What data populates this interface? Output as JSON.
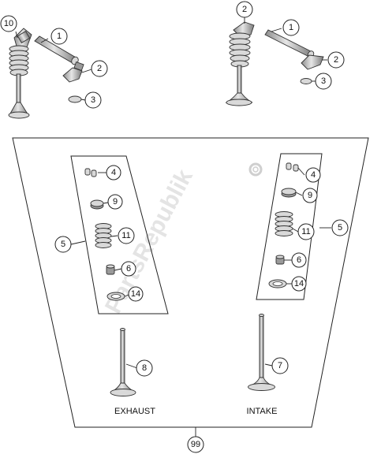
{
  "watermark": "PartsRepublik",
  "labels": {
    "exhaust": "EXHAUST",
    "intake": "INTAKE"
  },
  "callouts": {
    "c10": "10",
    "c1a": "1",
    "c2a": "2",
    "c3a": "3",
    "c2b": "2",
    "c1b": "1",
    "c2c": "2",
    "c3b": "3",
    "c4a": "4",
    "c9a": "9",
    "c5a": "5",
    "c11a": "11",
    "c6a": "6",
    "c14a": "14",
    "c4b": "4",
    "c9b": "9",
    "c5b": "5",
    "c11b": "11",
    "c6b": "6",
    "c14b": "14",
    "c8": "8",
    "c7": "7",
    "c99": "99"
  }
}
